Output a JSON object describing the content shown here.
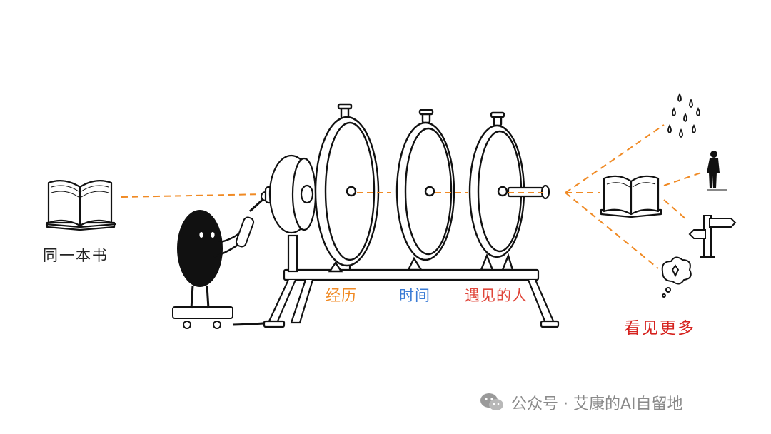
{
  "labels": {
    "left_book": "同一本书",
    "experience": "经历",
    "time": "时间",
    "people": "遇见的人",
    "see_more": "看见更多"
  },
  "watermark": {
    "text": "公众号 · 艾康的AI自留地",
    "icon": "wechat-icon"
  },
  "colors": {
    "dash_orange": "#f08a24",
    "experience": "#f08a24",
    "time": "#3a7bd5",
    "people": "#e0463a",
    "see_more": "#d6231f",
    "ink": "#111111",
    "watermark": "#8a8a8a"
  }
}
